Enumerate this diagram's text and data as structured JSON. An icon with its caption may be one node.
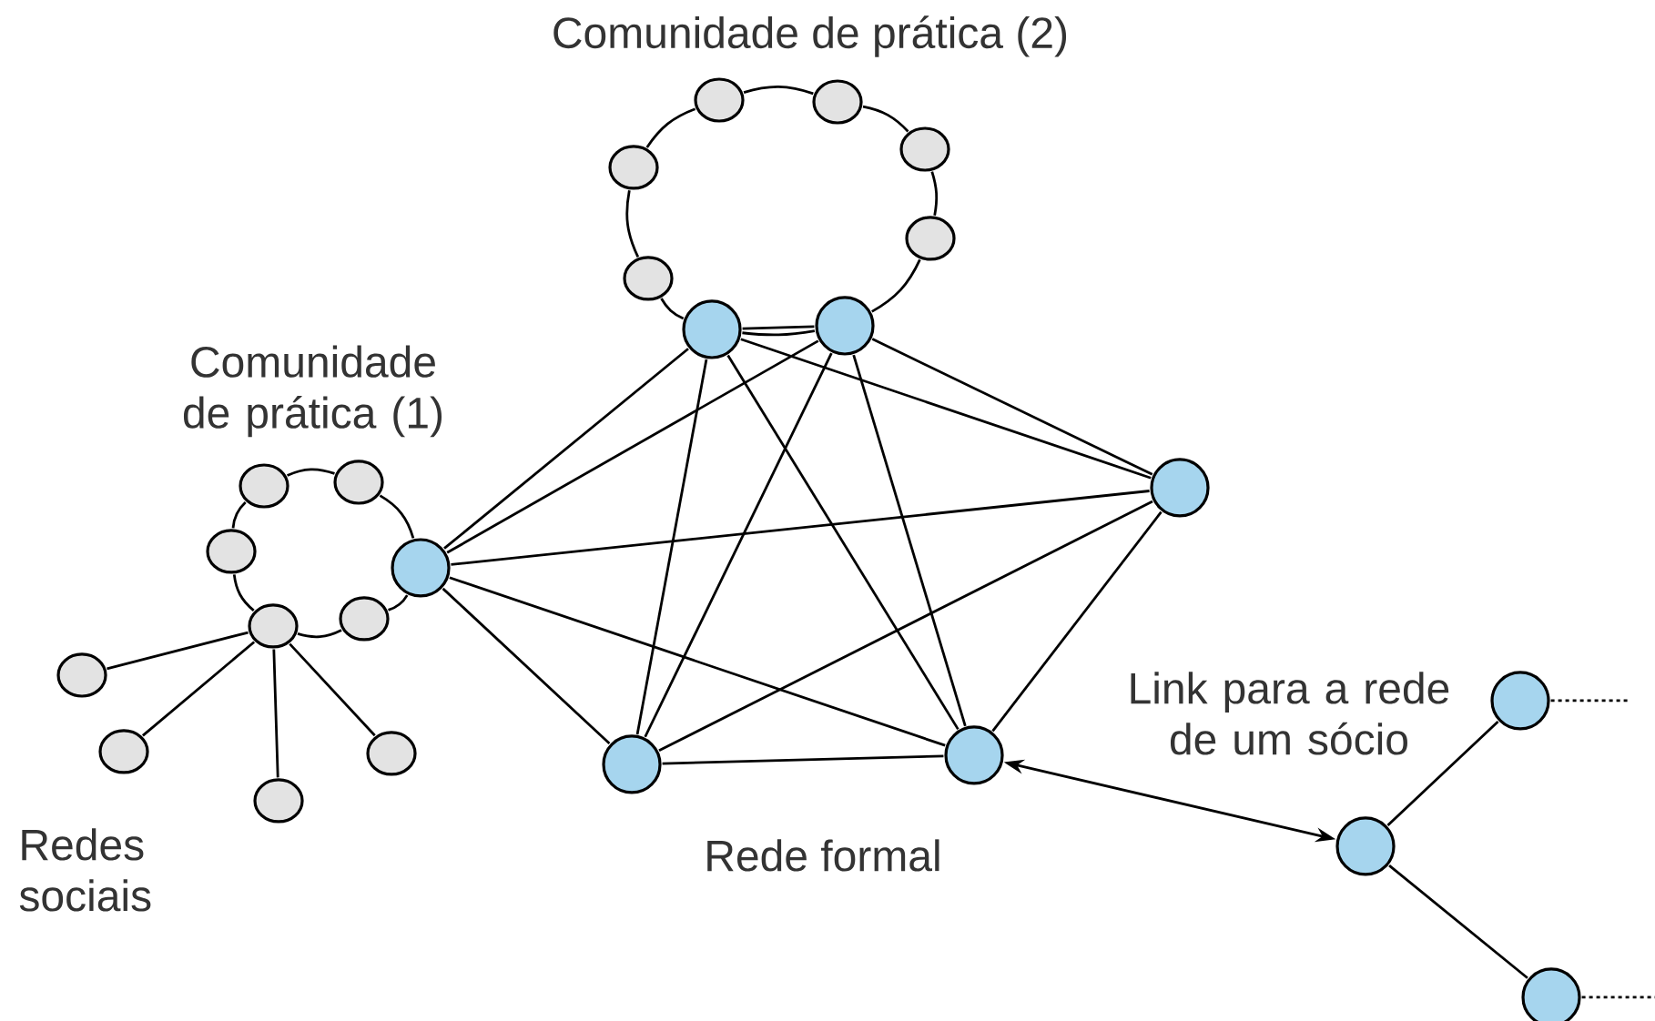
{
  "diagram": {
    "nodes": [
      {
        "text": [],
        "shape": "circle"
      },
      {
        "text": [],
        "shape": "circle"
      },
      {
        "text": [],
        "shape": "circle"
      },
      {
        "text": [],
        "shape": "circle"
      },
      {
        "text": [],
        "shape": "circle"
      },
      {
        "text": [],
        "shape": "circle"
      },
      {
        "text": [],
        "shape": "circle"
      },
      {
        "text": [],
        "shape": "circle"
      },
      {
        "text": [],
        "shape": "circle"
      },
      {
        "text": [],
        "shape": "circle"
      },
      {
        "text": [],
        "shape": "circle"
      },
      {
        "text": [],
        "shape": "circle"
      },
      {
        "text": [],
        "shape": "circle"
      },
      {
        "text": [],
        "shape": "circle"
      },
      {
        "text": [],
        "shape": "circle"
      },
      {
        "text": [],
        "shape": "circle"
      },
      {
        "text": [],
        "shape": "circle"
      },
      {
        "text": [],
        "shape": "circle"
      },
      {
        "text": [],
        "shape": "circle"
      },
      {
        "text": [],
        "shape": "circle"
      },
      {
        "text": [],
        "shape": "circle"
      },
      {
        "text": [],
        "shape": "circle"
      },
      {
        "text": [],
        "shape": "circle"
      },
      {
        "text": [],
        "shape": "circle"
      }
    ],
    "edges": [
      {
        "from": 0,
        "to": 1,
        "arrow": "none"
      },
      {
        "from": 1,
        "to": 2,
        "arrow": "none"
      },
      {
        "from": 2,
        "to": 3,
        "arrow": "none"
      },
      {
        "from": 3,
        "to": 4,
        "arrow": "none"
      },
      {
        "from": 4,
        "to": 5,
        "arrow": "none"
      },
      {
        "from": 5,
        "to": 6,
        "arrow": "none"
      },
      {
        "from": 6,
        "to": 7,
        "arrow": "none"
      },
      {
        "from": 7,
        "to": 0,
        "arrow": "none"
      },
      {
        "from": 8,
        "to": 9,
        "arrow": "none"
      },
      {
        "from": 9,
        "to": 10,
        "arrow": "none"
      },
      {
        "from": 10,
        "to": 11,
        "arrow": "none"
      },
      {
        "from": 11,
        "to": 12,
        "arrow": "none"
      },
      {
        "from": 12,
        "to": 13,
        "arrow": "none"
      },
      {
        "from": 13,
        "to": 8,
        "arrow": "none"
      },
      {
        "from": 12,
        "to": 14,
        "arrow": "none"
      },
      {
        "from": 12,
        "to": 15,
        "arrow": "none"
      },
      {
        "from": 12,
        "to": 16,
        "arrow": "none"
      },
      {
        "from": 12,
        "to": 17,
        "arrow": "none"
      },
      {
        "from": 10,
        "to": 6,
        "arrow": "none"
      },
      {
        "from": 10,
        "to": 5,
        "arrow": "none"
      },
      {
        "from": 10,
        "to": 18,
        "arrow": "none"
      },
      {
        "from": 10,
        "to": 19,
        "arrow": "none"
      },
      {
        "from": 10,
        "to": 20,
        "arrow": "none"
      },
      {
        "from": 6,
        "to": 5,
        "arrow": "none"
      },
      {
        "from": 6,
        "to": 18,
        "arrow": "none"
      },
      {
        "from": 6,
        "to": 19,
        "arrow": "none"
      },
      {
        "from": 6,
        "to": 20,
        "arrow": "none"
      },
      {
        "from": 5,
        "to": 18,
        "arrow": "none"
      },
      {
        "from": 5,
        "to": 19,
        "arrow": "none"
      },
      {
        "from": 5,
        "to": 20,
        "arrow": "none"
      },
      {
        "from": 18,
        "to": 19,
        "arrow": "none"
      },
      {
        "from": 18,
        "to": 20,
        "arrow": "none"
      },
      {
        "from": 19,
        "to": 20,
        "arrow": "none"
      },
      {
        "from": 20,
        "to": 22,
        "arrow": "both",
        "label": "Link para a rede de um sócio"
      },
      {
        "from": 22,
        "to": 21,
        "arrow": "none"
      },
      {
        "from": 22,
        "to": 23,
        "arrow": "none"
      },
      {
        "from": 21,
        "to": null,
        "arrow": "none",
        "style": "dashed"
      },
      {
        "from": 23,
        "to": null,
        "arrow": "none",
        "style": "dashed"
      }
    ],
    "labels": [
      "Comunidade de prática (2)",
      "Comunidade de prática (1)",
      "Redes sociais",
      "Rede formal"
    ]
  }
}
